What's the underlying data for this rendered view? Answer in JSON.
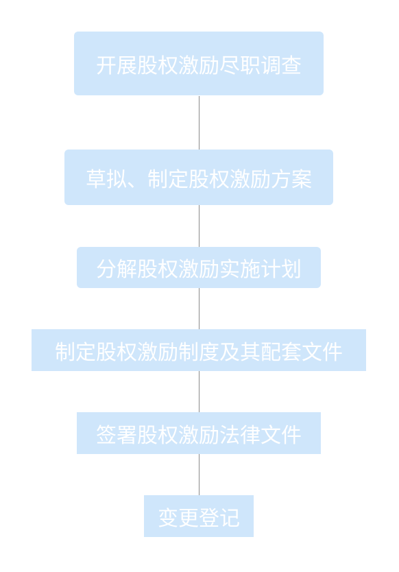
{
  "steps": [
    {
      "label": "开展股权激励尽职调查"
    },
    {
      "label": "草拟、制定股权激励方案"
    },
    {
      "label": "分解股权激励实施计划"
    },
    {
      "label": "制定股权激励制度及其配套文件"
    },
    {
      "label": "签署股权激励法律文件"
    },
    {
      "label": "变更登记"
    }
  ],
  "colors": {
    "node_fill": "#cfe6fb",
    "node_text": "#ffffff",
    "connector": "#8a8a8a"
  }
}
